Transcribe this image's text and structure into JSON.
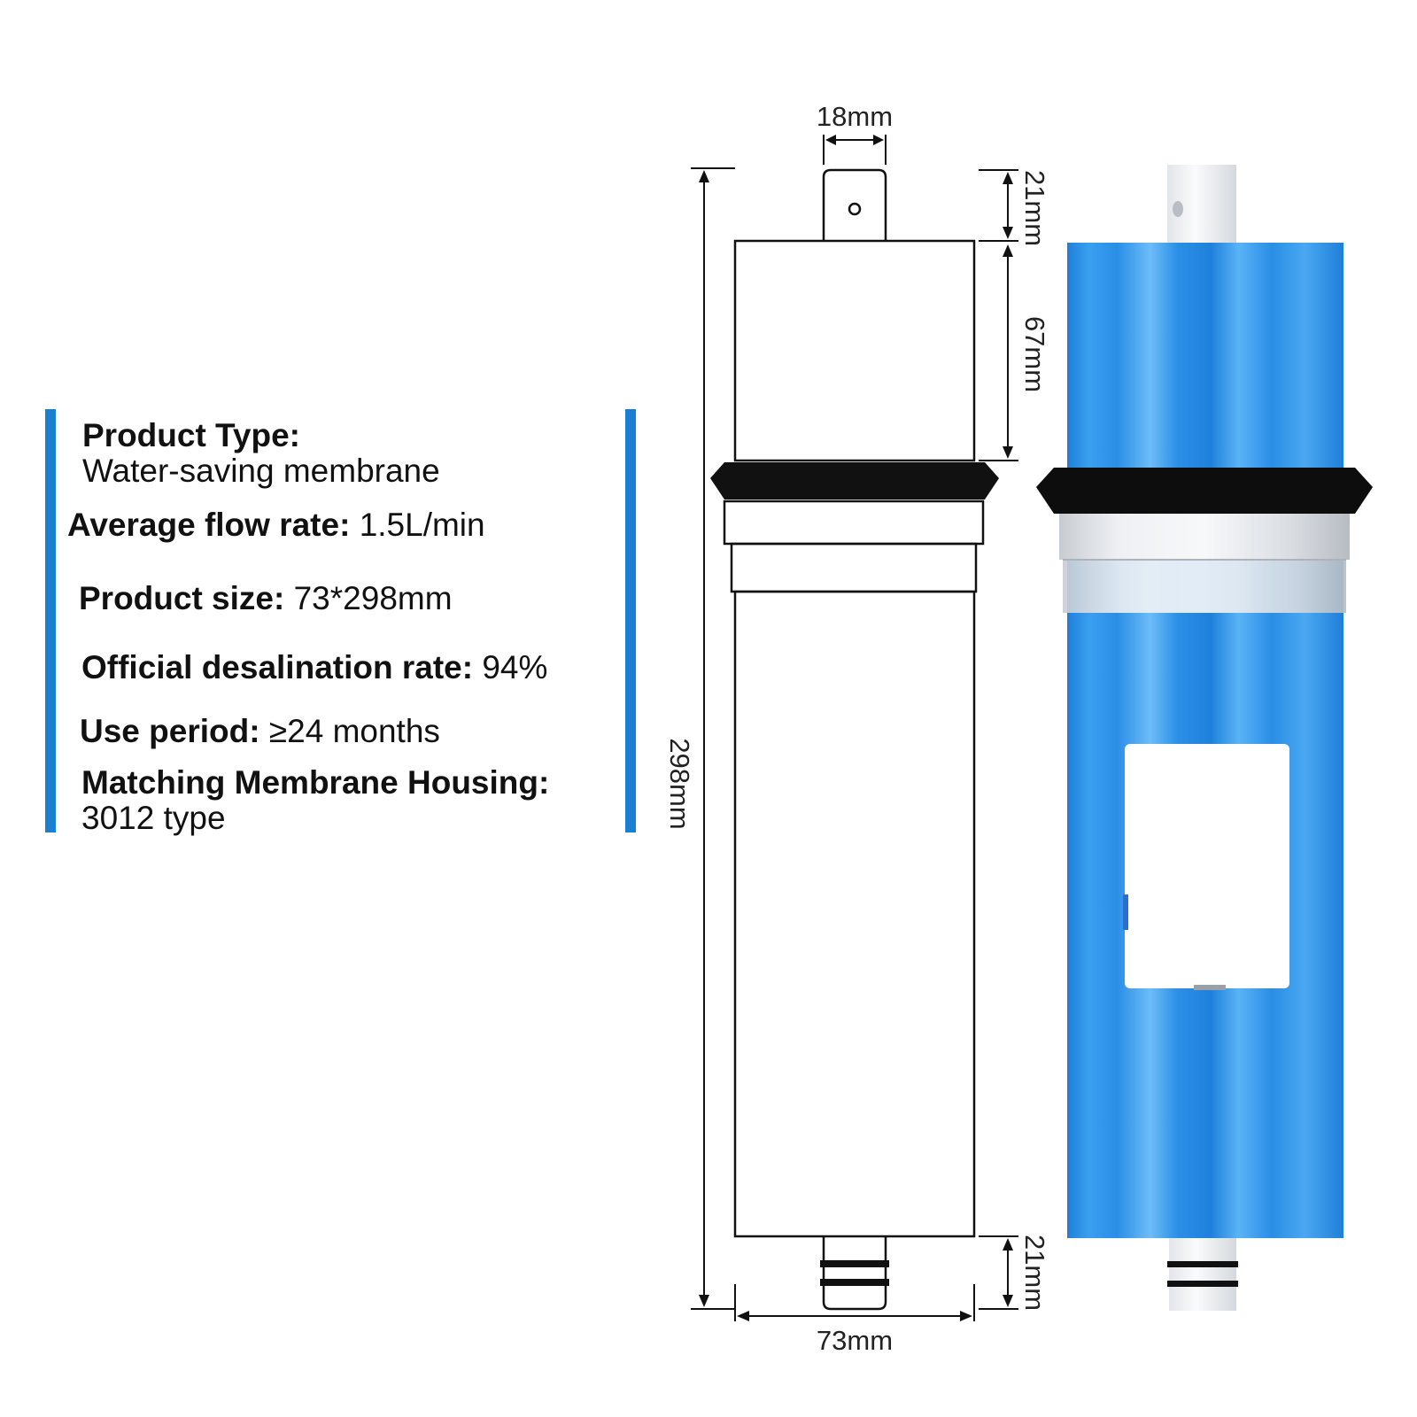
{
  "specs": {
    "product_type": {
      "label": "Product Type:",
      "value": "Water-saving membrane"
    },
    "flow_rate": {
      "label": "Average flow rate:",
      "value": "1.5L/min"
    },
    "product_size": {
      "label": "Product size:",
      "value": "73*298mm"
    },
    "desalination": {
      "label": "Official desalination rate:",
      "value": "94%"
    },
    "use_period": {
      "label": "Use period:",
      "value": "≥24 months"
    },
    "housing": {
      "label": "Matching Membrane Housing:",
      "value": "3012 type"
    }
  },
  "dimensions": {
    "top_pipe_width": "18mm",
    "top_pipe_length": "21mm",
    "upper_section": "67mm",
    "total_length": "298mm",
    "bottom_pipe_length": "21mm",
    "diameter": "73mm"
  },
  "colors": {
    "accent": "#1a7fd0",
    "membrane_blue": "#2a8ee0",
    "seal_black": "#111111"
  }
}
